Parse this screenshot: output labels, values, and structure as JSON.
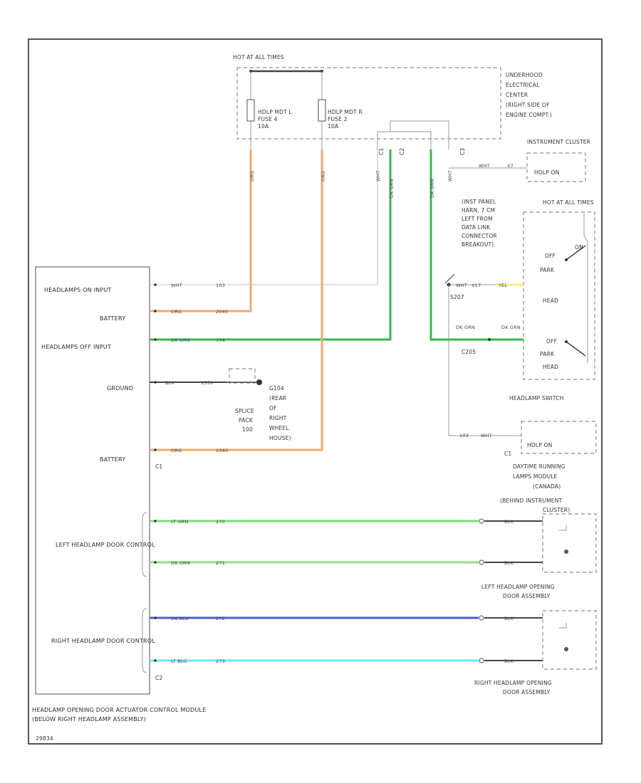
{
  "colors": {
    "orange": "#f4a96b",
    "dark_green": "#33b84a",
    "light_green": "#7ae07a",
    "white": "#cfcfcf",
    "dark_blue": "#4d5fc9",
    "light_blue": "#6fe6ef",
    "black": "#444444"
  },
  "fuse_block": {
    "hot_at_all_times": "HOT AT ALL TIMES",
    "location": [
      "UNDERHOOD",
      "ELECTRICAL",
      "CENTER",
      "(RIGHT SIDE OF",
      "ENGINE COMPT.)"
    ],
    "fuse_left": [
      "HDLP MDT L",
      "FUSE 4",
      "10A"
    ],
    "fuse_right": [
      "HDLP MDT R",
      "FUSE 2",
      "10A"
    ],
    "connector_c1": "C1",
    "connector_c2": "C2",
    "connector_c3": "C3"
  },
  "instrument_cluster": {
    "title": "INSTRUMENT CLUSTER",
    "pin": "HDLP ON",
    "wire_label": "WHT",
    "circuit": "X7"
  },
  "switch": {
    "hot_at_all_times": "HOT AT ALL TIMES",
    "on": "ON",
    "off": "OFF",
    "park": "PARK",
    "head": "HEAD",
    "title": "HEADLAMP SWITCH",
    "note": [
      "(INST PANEL",
      "HARN, 7 CM",
      "LEFT FROM",
      "DATA LINK",
      "CONNECTOR",
      "BREAKOUT)"
    ],
    "splice_1": "S207",
    "splice_2": "C205",
    "wht_label": "WHT",
    "yel_label": "YEL",
    "dk_grn_label": "DK GRN",
    "circuit_yel": "X17"
  },
  "drl_module": {
    "title": [
      "DAYTIME RUNNING",
      "LAMPS MODULE",
      "(CANADA)"
    ],
    "pin": "HDLP ON",
    "connector": "C1",
    "wire_label": "WHT",
    "circuit": "103"
  },
  "module": {
    "inputs": [
      "HEADLAMPS ON INPUT",
      "BATTERY",
      "HEADLAMPS OFF INPUT",
      "GROUND",
      "BATTERY",
      "LEFT HEADLAMP DOOR CONTROL",
      "RIGHT HEADLAMP DOOR CONTROL"
    ],
    "connector_c1": "C1",
    "connector_c2": "C2",
    "title": [
      "HEADLAMP OPENING DOOR ACTUATOR CONTROL MODULE",
      "(BELOW RIGHT HEADLAMP ASSEMBLY)"
    ]
  },
  "wires": {
    "hdlp_on": {
      "color": "WHT",
      "circuit": "103"
    },
    "battery_1": {
      "color": "ORG",
      "circuit": "2040"
    },
    "hdlp_off": {
      "color": "DK GRN",
      "circuit": "104"
    },
    "ground": {
      "color": "BLK",
      "circuit": "1550"
    },
    "battery_2": {
      "color": "ORG",
      "circuit": "2040"
    },
    "left_door_1": {
      "color": "LT GRN",
      "circuit": "270"
    },
    "left_door_2": {
      "color": "DK GRN",
      "circuit": "271"
    },
    "right_door_1": {
      "color": "DK BLU",
      "circuit": "272"
    },
    "right_door_2": {
      "color": "LT BLU",
      "circuit": "273"
    },
    "vertical_org_1": "ORG",
    "vertical_org_2": "ORG",
    "vertical_wht": "WHT",
    "vertical_dkgrn_1": "DK GRN",
    "vertical_dkgrn_2": "DK GRN",
    "vertical_wht_2": "WHT",
    "door_black": "BLK"
  },
  "ground_point": {
    "splice": [
      "SPLICE",
      "PACK",
      "100"
    ],
    "location": [
      "G104",
      "(REAR",
      "OF",
      "RIGHT",
      "WHEEL",
      "HOUSE)"
    ]
  },
  "left_door": {
    "title": [
      "LEFT HEADLAMP OPENING",
      "DOOR ASSEMBLY"
    ],
    "behind_cluster": [
      "(BEHIND INSTRUMENT",
      "CLUSTER)"
    ]
  },
  "right_door": {
    "title": [
      "RIGHT HEADLAMP OPENING",
      "DOOR ASSEMBLY"
    ]
  },
  "footer_code": "29834"
}
